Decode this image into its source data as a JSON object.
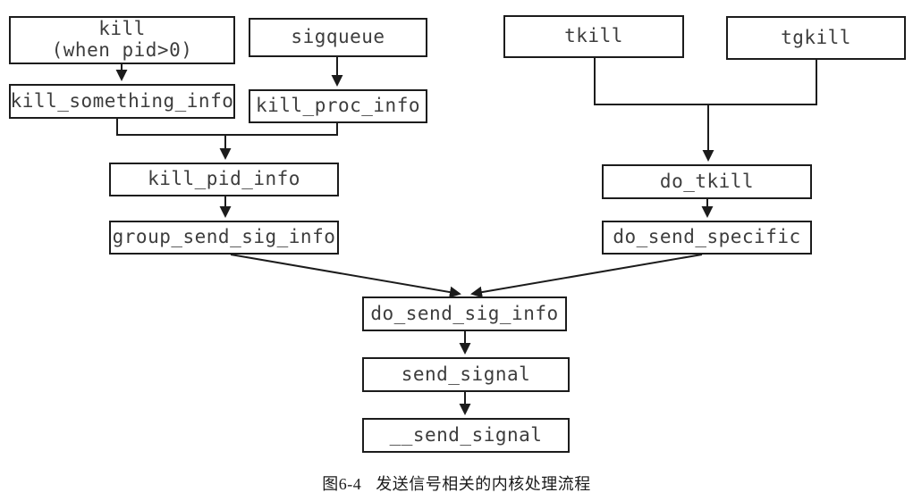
{
  "figure": {
    "caption": {
      "label": "图6-4",
      "title": "发送信号相关的内核处理流程"
    },
    "nodes": [
      {
        "id": "kill",
        "label": "kill",
        "sublabel": "(when pid>0)"
      },
      {
        "id": "sigqueue",
        "label": "sigqueue"
      },
      {
        "id": "tkill",
        "label": "tkill"
      },
      {
        "id": "tgkill",
        "label": "tgkill"
      },
      {
        "id": "kill_something_info",
        "label": "kill_something_info"
      },
      {
        "id": "kill_proc_info",
        "label": "kill_proc_info"
      },
      {
        "id": "kill_pid_info",
        "label": "kill_pid_info"
      },
      {
        "id": "do_tkill",
        "label": "do_tkill"
      },
      {
        "id": "group_send_sig_info",
        "label": "group_send_sig_info"
      },
      {
        "id": "do_send_specific",
        "label": "do_send_specific"
      },
      {
        "id": "do_send_sig_info",
        "label": "do_send_sig_info"
      },
      {
        "id": "send_signal",
        "label": "send_signal"
      },
      {
        "id": "__send_signal",
        "label": "__send_signal"
      }
    ],
    "edges": [
      {
        "from": "kill",
        "to": "kill_something_info"
      },
      {
        "from": "sigqueue",
        "to": "kill_proc_info"
      },
      {
        "from": "kill_something_info",
        "to": "kill_pid_info"
      },
      {
        "from": "kill_proc_info",
        "to": "kill_pid_info"
      },
      {
        "from": "kill_pid_info",
        "to": "group_send_sig_info"
      },
      {
        "from": "tkill",
        "to": "do_tkill"
      },
      {
        "from": "tgkill",
        "to": "do_tkill"
      },
      {
        "from": "do_tkill",
        "to": "do_send_specific"
      },
      {
        "from": "group_send_sig_info",
        "to": "do_send_sig_info"
      },
      {
        "from": "do_send_specific",
        "to": "do_send_sig_info"
      },
      {
        "from": "do_send_sig_info",
        "to": "send_signal"
      },
      {
        "from": "send_signal",
        "to": "__send_signal"
      }
    ],
    "colors": {
      "background": "#ffffff",
      "box_border": "#1c1c1c",
      "box_text": "#3d3d3d",
      "line": "#1c1c1c"
    }
  }
}
